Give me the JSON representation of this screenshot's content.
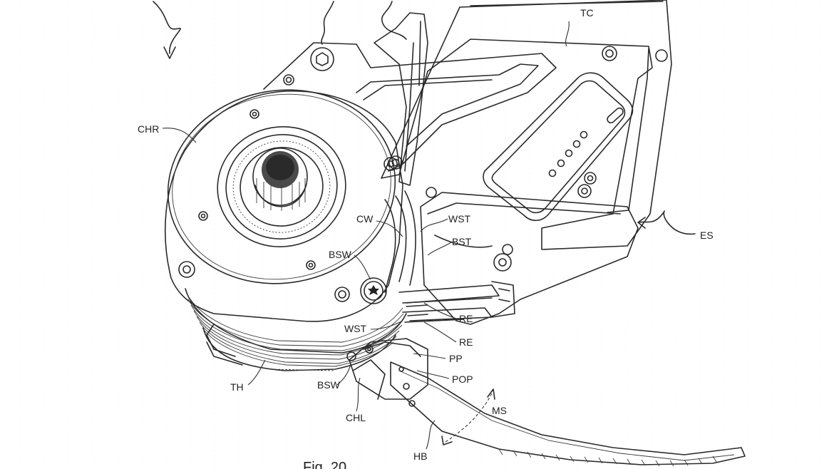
{
  "figure": {
    "caption": "Fig. 20"
  },
  "labels": {
    "TC": "TC",
    "CHR": "CHR",
    "CW": "CW",
    "WST_upper": "WST",
    "BST": "BST",
    "ES": "ES",
    "BSW_upper": "BSW",
    "RE_upper": "RE",
    "RE_lower": "RE",
    "WST_lower": "WST",
    "PP": "PP",
    "POP": "POP",
    "TH": "TH",
    "BSW_lower": "BSW",
    "CHL": "CHL",
    "MS": "MS",
    "HB": "HB"
  },
  "colors": {
    "line": "#2a2a2a",
    "background": "#ffffff"
  }
}
